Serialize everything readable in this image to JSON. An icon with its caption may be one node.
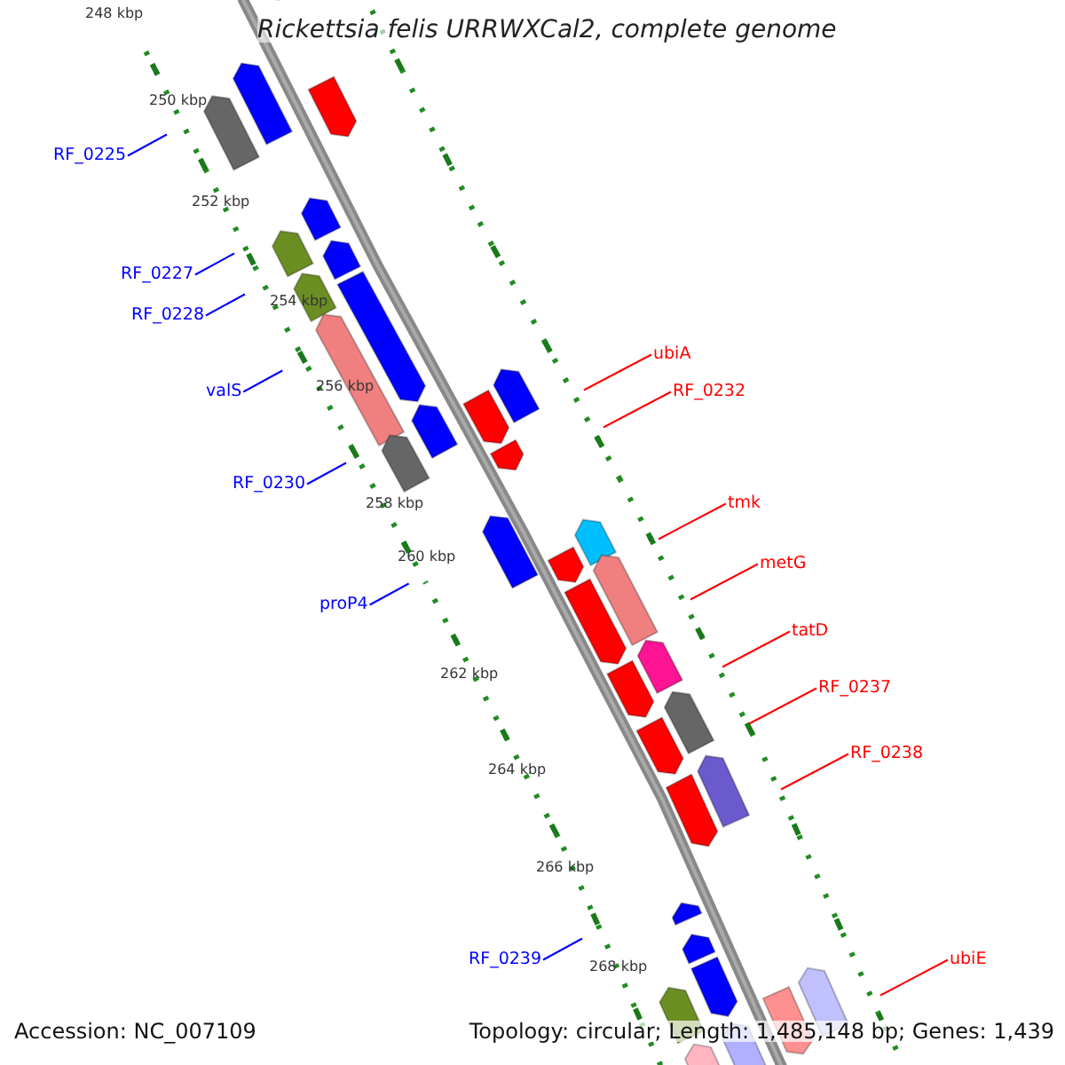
{
  "diagram": {
    "title": "Rickettsia felis URRWXCal2, complete genome",
    "nodes": [
      {
        "text": [
          "RF_0225"
        ]
      },
      {
        "text": [
          "RF_0227"
        ]
      },
      {
        "text": [
          "RF_0228"
        ]
      },
      {
        "text": [
          "valS"
        ]
      },
      {
        "text": [
          "RF_0230"
        ]
      },
      {
        "text": [
          "proP4"
        ]
      },
      {
        "text": [
          "RF_0239"
        ]
      },
      {
        "text": [
          "ubiA"
        ]
      },
      {
        "text": [
          "RF_0232"
        ]
      },
      {
        "text": [
          "tmk"
        ]
      },
      {
        "text": [
          "metG"
        ]
      },
      {
        "text": [
          "tatD"
        ]
      },
      {
        "text": [
          "RF_0237"
        ]
      },
      {
        "text": [
          "RF_0238"
        ]
      },
      {
        "text": [
          "ubiE"
        ]
      }
    ],
    "edges": [
      {
        "from": 0,
        "to": null,
        "arrow": "none",
        "color": "#0000ff"
      },
      {
        "from": 1,
        "to": null,
        "arrow": "none",
        "color": "#0000ff"
      },
      {
        "from": 2,
        "to": null,
        "arrow": "none",
        "color": "#0000ff"
      },
      {
        "from": 3,
        "to": null,
        "arrow": "none",
        "color": "#0000ff"
      },
      {
        "from": 4,
        "to": null,
        "arrow": "none",
        "color": "#0000ff"
      },
      {
        "from": 5,
        "to": null,
        "arrow": "none",
        "color": "#0000ff"
      },
      {
        "from": 6,
        "to": null,
        "arrow": "none",
        "color": "#0000ff"
      },
      {
        "from": 7,
        "to": null,
        "arrow": "none"
      },
      {
        "from": 8,
        "to": null,
        "arrow": "none"
      },
      {
        "from": 9,
        "to": null,
        "arrow": "none"
      },
      {
        "from": 10,
        "to": null,
        "arrow": "none"
      },
      {
        "from": 11,
        "to": null,
        "arrow": "none"
      },
      {
        "from": 12,
        "to": null,
        "arrow": "none"
      },
      {
        "from": 13,
        "to": null,
        "arrow": "none"
      },
      {
        "from": 14,
        "to": null,
        "arrow": "none"
      }
    ],
    "labels": [
      "248 kbp",
      "250 kbp",
      "252 kbp",
      "254 kbp",
      "256 kbp",
      "258 kbp",
      "260 kbp",
      "262 kbp",
      "264 kbp",
      "266 kbp",
      "268 kbp",
      "Accession: NC_007109",
      "Topology: circular; Length: 1,485,148 bp; Genes: 1,439"
    ]
  }
}
